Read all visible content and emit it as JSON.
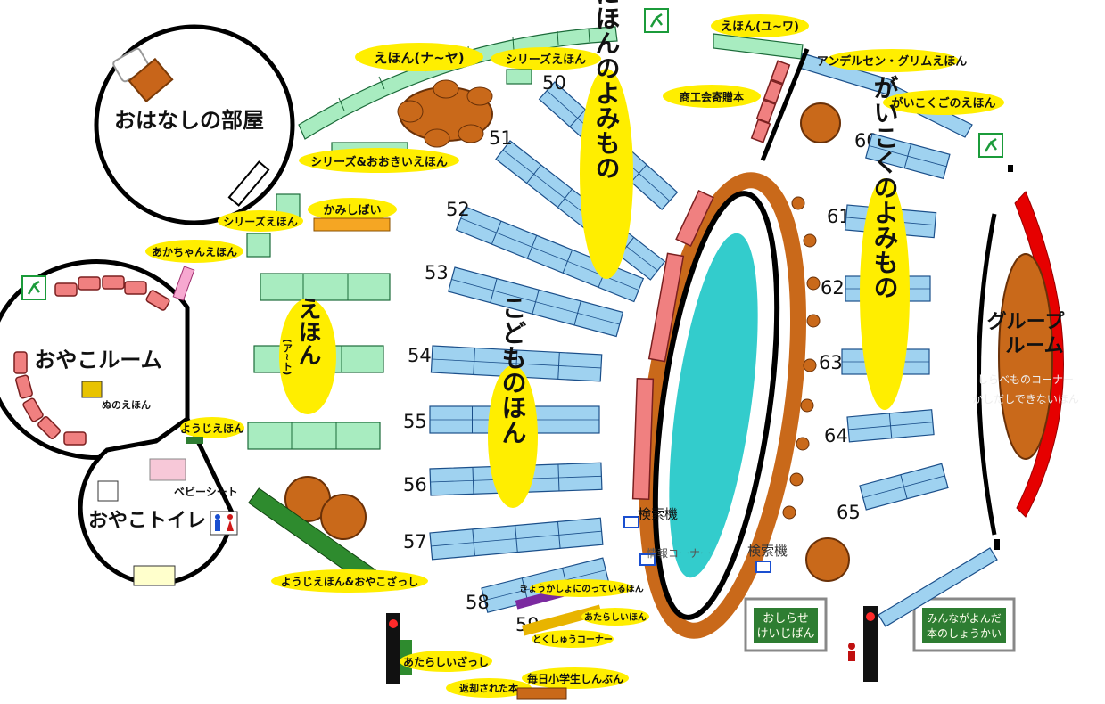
{
  "rooms": {
    "ohanashi": "おはなしの部屋",
    "oyako_room": "おやこルーム",
    "oyako_toilet": "おやこトイレ",
    "group_room": [
      "グループ",
      "ルーム"
    ],
    "baby_seat": "ベビーシート",
    "nuno_ehon": "ぬのえほん"
  },
  "labels": {
    "ehon_na_ya": "えほん(ナ~ヤ)",
    "series_ehon_top": "シリーズえほん",
    "series_ookii": "シリーズ&おおきいえほん",
    "kamishibai": "かみしばい",
    "series_ehon_left": "シリーズえほん",
    "akachan_ehon": "あかちゃんえほん",
    "youji_ehon": "ようじえほん",
    "youji_oyako": "ようじえほん&おやこざっし",
    "atarashii_zasshi": "あたらしいざっし",
    "henkyaku": "返却された本",
    "mainichi": "毎日小学生しんぶん",
    "kyoukasho": "きょうかしょにのっているほん",
    "atarashii_hon": "あたらしいほん",
    "tokushu": "とくしゅうコーナー",
    "ehon_yu_wa": "えほん(ユ~ワ)",
    "andersen": "アンデルセン・グリムえほん",
    "gaikoku_ehon": "がいこくごのえほん",
    "shoukoukai": "商工会寄贈本",
    "kensaku1": "検索機",
    "kensaku2": "検索機",
    "jouhou": "情報コーナー",
    "shirabemono": "しらべものコーナー",
    "kashidashi": "かしだしできないほん"
  },
  "vertical_titles": {
    "ehon_main": "えほん",
    "ehon_sub": "(ア~ト)",
    "nihon": "にほんのよみもの",
    "kodomo": "こどものほん",
    "gaikoku": "がいこくのよみもの"
  },
  "boards": {
    "oshirase": [
      "おしらせ",
      "けいじばん"
    ],
    "minna": [
      "みんながよんだ",
      "本のしょうかい"
    ]
  },
  "shelf_numbers": [
    "50",
    "51",
    "52",
    "53",
    "54",
    "55",
    "56",
    "57",
    "58",
    "59",
    "60",
    "61",
    "62",
    "63",
    "64",
    "65"
  ],
  "colors": {
    "exit_green": "#1b9b3a",
    "highlight_yellow": "#ffee00",
    "shelf_blue": "#9fd2f0",
    "shelf_green": "#a8ecc0",
    "table_brown": "#c9691a",
    "pink_seat": "#f08080",
    "red_arc": "#e60000",
    "teal_pool": "#33cccc"
  },
  "icons": [
    "emergency-exit-icon",
    "restroom-icon",
    "computer-terminal-icon",
    "traffic-signal-icon"
  ]
}
